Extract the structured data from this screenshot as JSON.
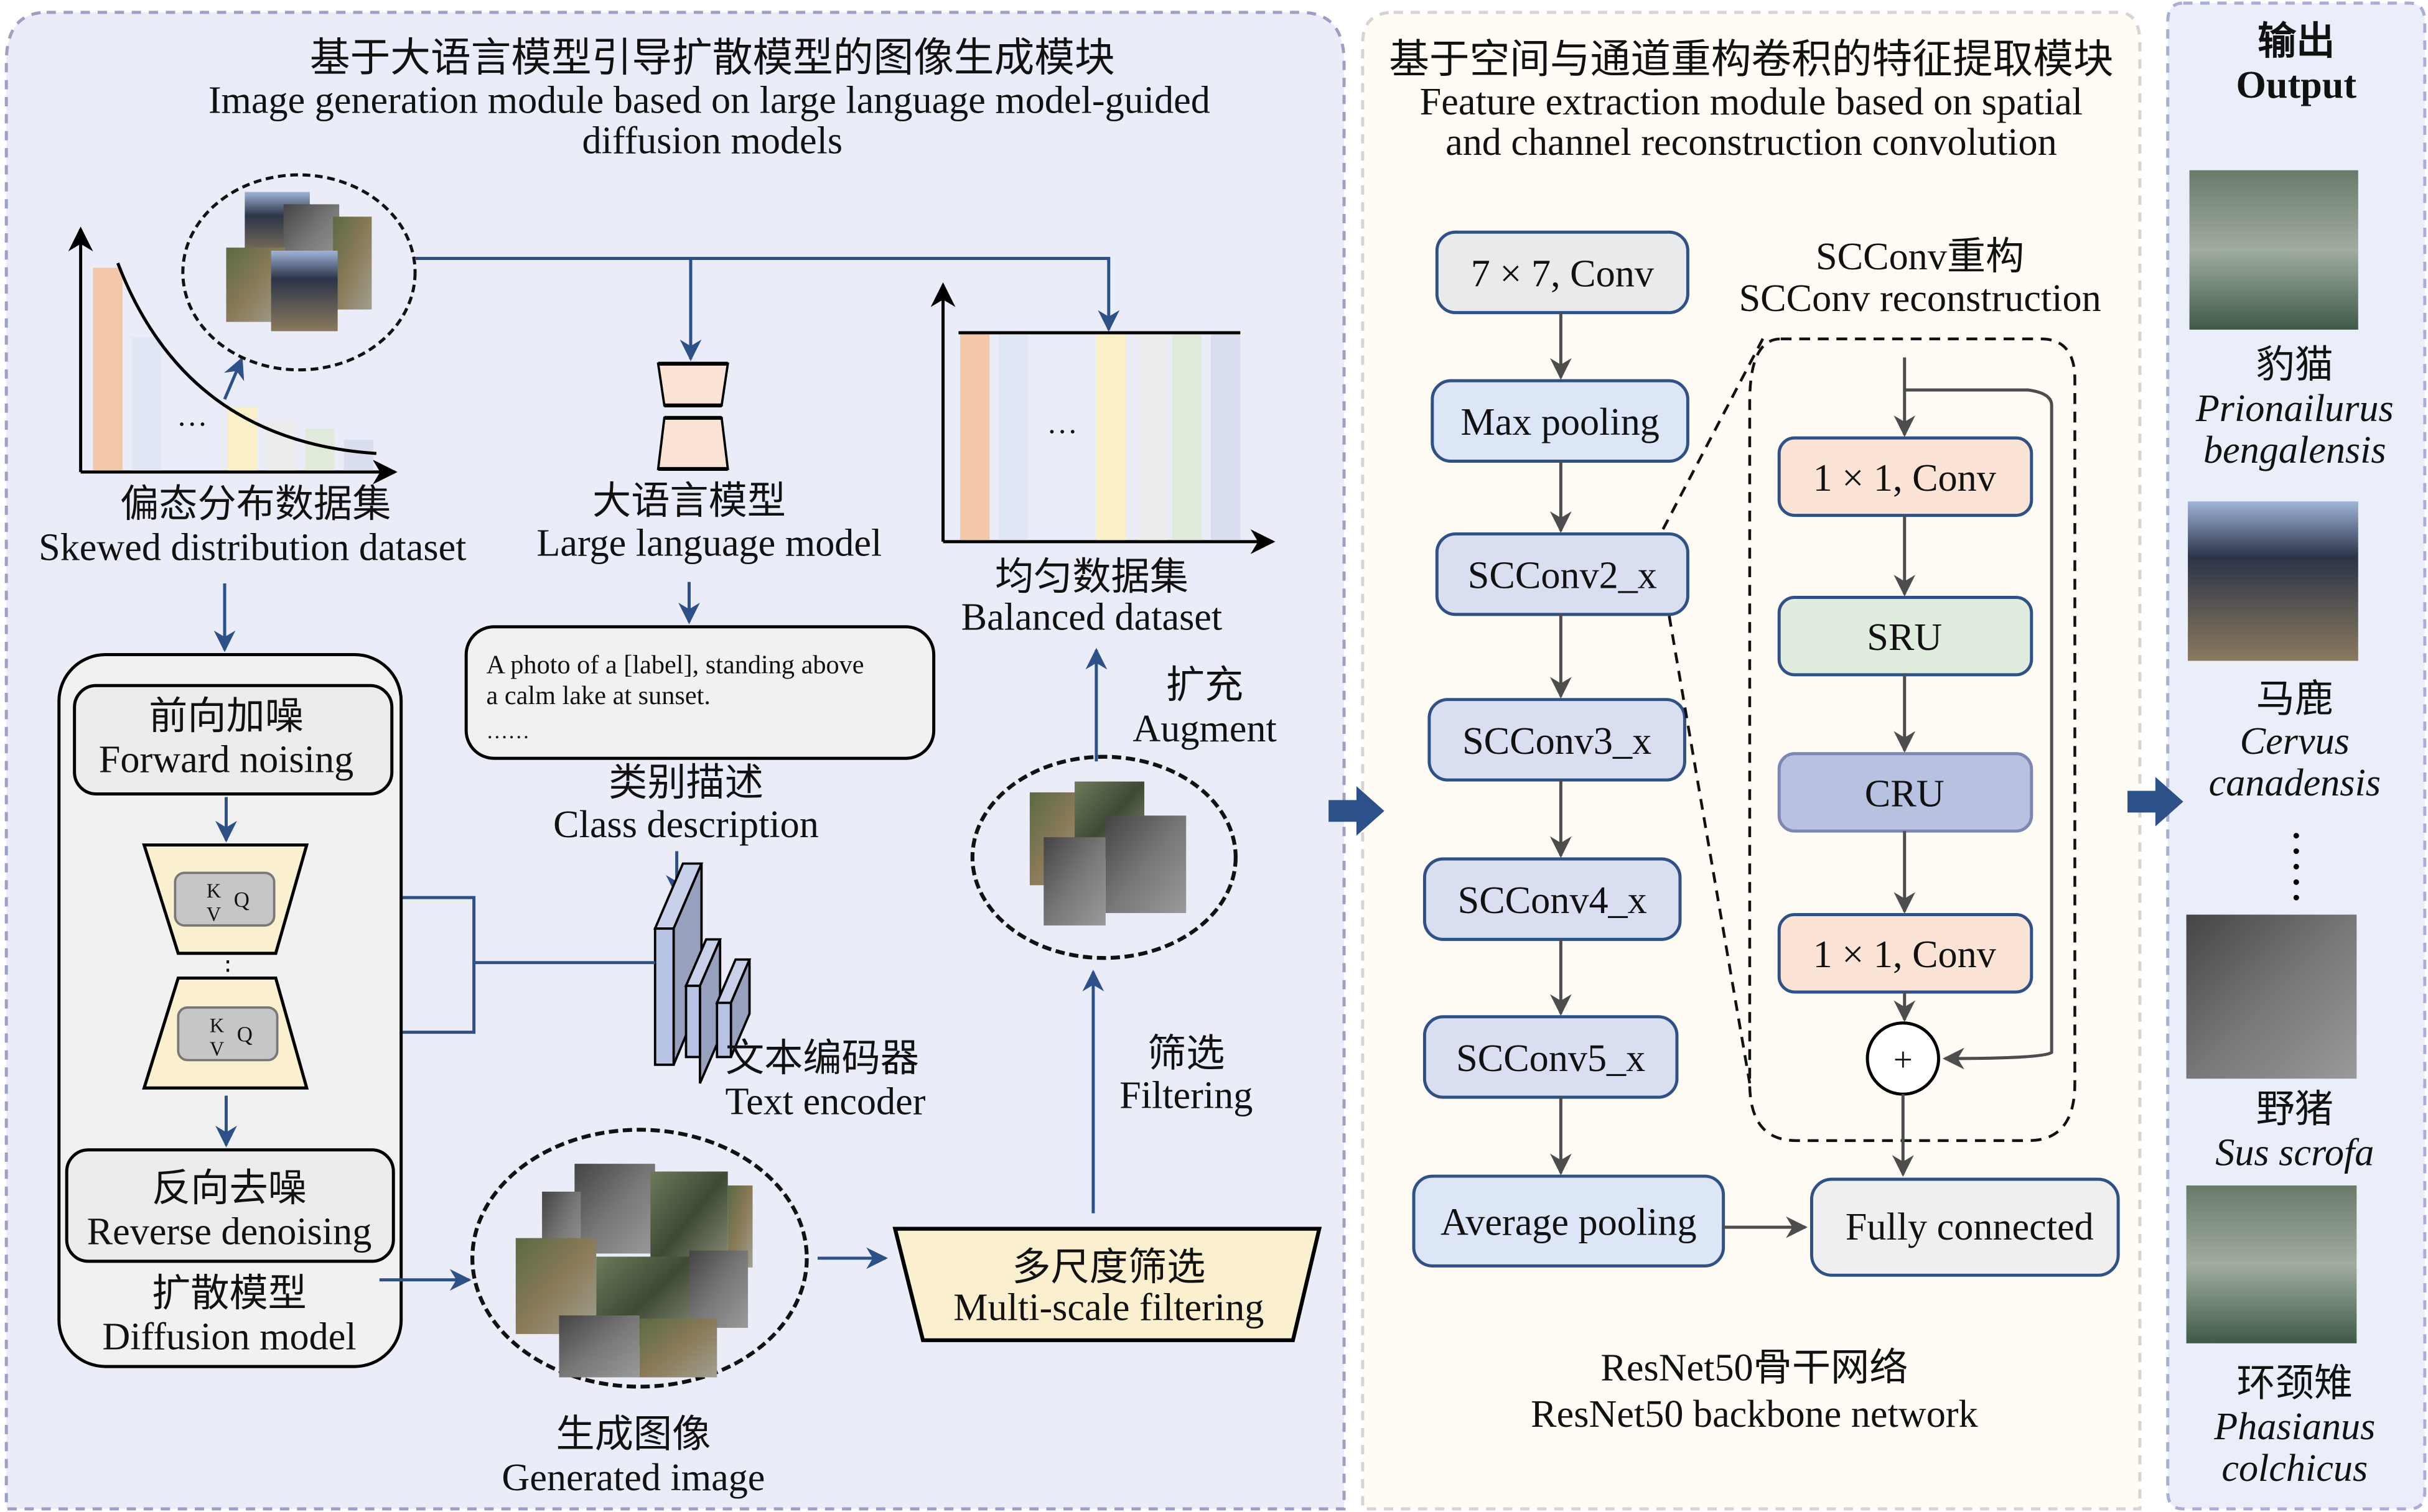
{
  "colors": {
    "left_panel_bg": "#eaedf8",
    "left_panel_border": "#9f9fc6",
    "mid_panel_bg": "#fefcf5",
    "mid_panel_border": "#d8d4d2",
    "right_panel_bg": "#eaeef8",
    "right_panel_border": "#a8aed8",
    "arrow_blue": "#2c5188",
    "arrow_gray": "#4d4d4d",
    "box_stroke_blue": "#2f5186",
    "trapezoid_fill": "#faf0cf",
    "llm_fill": "#fbe3d5",
    "bar_colors": [
      "#f2c8a8",
      "#dfe7f5",
      "#faf0c8",
      "#ececec",
      "#dfeadb",
      "#d9deef"
    ]
  },
  "left_panel": {
    "title_zh": "基于大语言模型引导扩散模型的图像生成模块",
    "title_en_line1": "Image generation module based on large language model-guided",
    "title_en_line2": "diffusion models",
    "skewed": {
      "zh": "偏态分布数据集",
      "en": "Skewed distribution dataset",
      "ellipsis": "…"
    },
    "llm": {
      "zh": "大语言模型",
      "en": "Large language model"
    },
    "balanced": {
      "zh": "均匀数据集",
      "en": "Balanced dataset",
      "ellipsis": "…"
    },
    "prompt": {
      "line1": "A photo of a [label], standing above",
      "line2": "a calm lake at sunset.",
      "line3": "……"
    },
    "class_desc": {
      "zh": "类别描述",
      "en": "Class description"
    },
    "text_encoder": {
      "zh": "文本编码器",
      "en": "Text encoder"
    },
    "augment": {
      "zh": "扩充",
      "en": "Augment"
    },
    "filtering": {
      "zh": "筛选",
      "en": "Filtering"
    },
    "multi_scale": {
      "zh": "多尺度筛选",
      "en": "Multi-scale filtering"
    },
    "generated": {
      "zh": "生成图像",
      "en": "Generated image"
    },
    "diffusion": {
      "forward_zh": "前向加噪",
      "forward_en": "Forward noising",
      "reverse_zh": "反向去噪",
      "reverse_en": "Reverse denoising",
      "model_zh": "扩散模型",
      "model_en": "Diffusion model",
      "k": "K",
      "v": "V",
      "q": "Q",
      "dots": "⋮"
    }
  },
  "mid_panel": {
    "title_zh": "基于空间与通道重构卷积的特征提取模块",
    "title_en_line1": "Feature extraction module based on spatial",
    "title_en_line2": "and channel reconstruction convolution",
    "backbone": [
      "7 × 7, Conv",
      "Max pooling",
      "SCConv2_x",
      "SCConv3_x",
      "SCConv4_x",
      "SCConv5_x",
      "Average pooling"
    ],
    "fc": "Fully connected",
    "sc_title_zh": "SCConv重构",
    "sc_title_en": "SCConv reconstruction",
    "sc_blocks": [
      "1 × 1, Conv",
      "SRU",
      "CRU",
      "1 × 1, Conv"
    ],
    "plus": "+",
    "footer_zh": "ResNet50骨干网络",
    "footer_en": "ResNet50 backbone network"
  },
  "right_panel": {
    "title_zh": "输出",
    "title_en": "Output",
    "dots": "⋮",
    "species": [
      {
        "zh": "豹猫",
        "sci1": "Prionailurus",
        "sci2": "bengalensis"
      },
      {
        "zh": "马鹿",
        "sci1": "Cervus",
        "sci2": "canadensis"
      },
      {
        "zh": "野猪",
        "sci1": "Sus scrofa",
        "sci2": ""
      },
      {
        "zh": "环颈雉",
        "sci1": "Phasianus",
        "sci2": "colchicus"
      }
    ]
  }
}
